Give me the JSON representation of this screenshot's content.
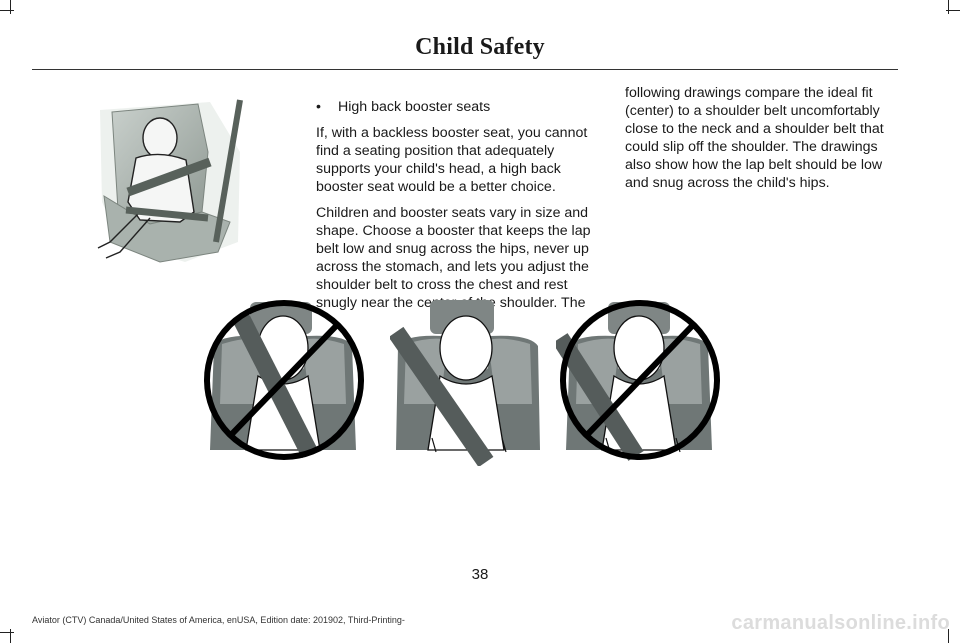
{
  "header": {
    "title": "Child Safety"
  },
  "left_column": {
    "bullet": "•",
    "bullet_text": "High back booster seats",
    "para1": "If, with a backless booster seat, you cannot find a seating position that adequately supports your child's head, a high back booster seat would be a better choice.",
    "para2": "Children and booster seats vary in size and shape. Choose a booster that keeps the lap belt low and snug across the hips, never up across the stomach, and lets you adjust the shoulder belt to cross the chest and rest snugly near the center of the shoulder. The"
  },
  "right_column": {
    "para1": "following drawings compare the ideal fit (center) to a shoulder belt uncomfortably close to the neck and a shoulder belt that could slip off the shoulder. The drawings also show how the lap belt should be low and snug across the child's hips."
  },
  "figures": {
    "booster_seat": "booster-seat-illustration",
    "belt_fits": [
      {
        "name": "belt-too-close-to-neck",
        "crossed": true
      },
      {
        "name": "belt-ideal-fit",
        "crossed": false
      },
      {
        "name": "belt-slips-off-shoulder",
        "crossed": true
      }
    ]
  },
  "footer": {
    "page_number": "38",
    "edition": "Aviator (CTV) Canada/United States of America, enUSA, Edition date: 201902, Third-Printing-"
  },
  "watermark": "carmanualsonline.info"
}
